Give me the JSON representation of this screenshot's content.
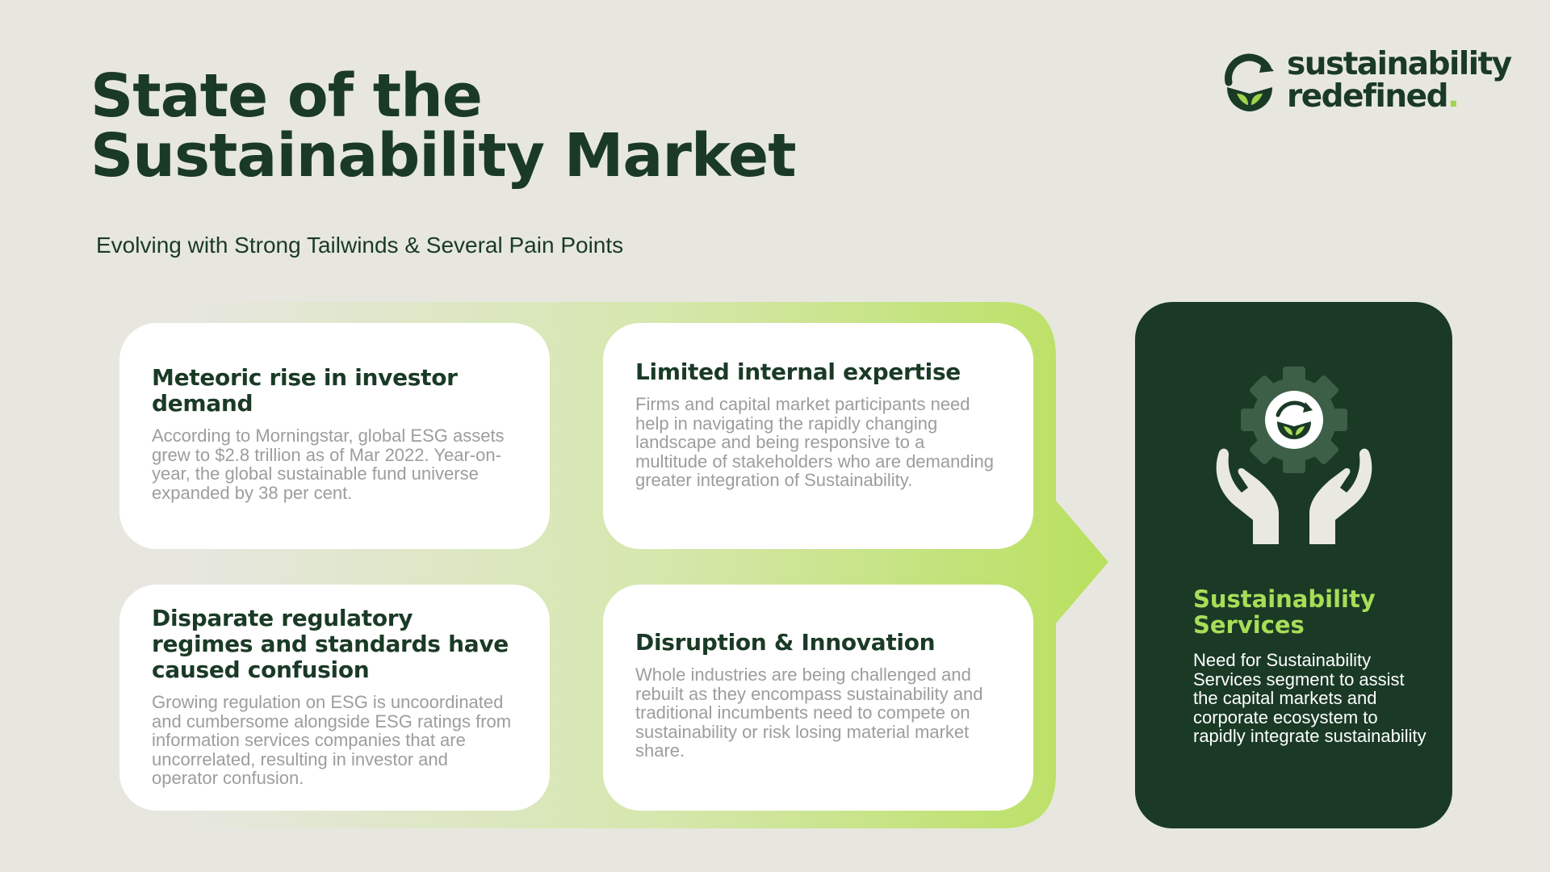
{
  "header": {
    "title_line1": "State of the",
    "title_line2": "Sustainability Market",
    "subtitle": "Evolving with Strong Tailwinds & Several Pain Points"
  },
  "logo": {
    "icon": "recycle-leaf-icon",
    "line1": "sustainability",
    "line2": "redefined",
    "dot": "."
  },
  "cards": [
    {
      "title": "Meteoric rise in investor demand",
      "body": "According to Morningstar, global ESG assets grew to $2.8 trillion as of Mar 2022. Year-on-year, the global sustainable fund universe expanded by 38 per cent."
    },
    {
      "title": "Limited internal expertise",
      "body": "Firms and capital market participants need help in navigating the rapidly changing landscape and being responsive to a multitude of stakeholders who are demanding greater integration of Sustainability."
    },
    {
      "title": "Disparate regulatory regimes and standards have caused confusion",
      "body": "Growing regulation on ESG is uncoordinated and cumbersome alongside ESG ratings from information services companies that are uncorrelated, resulting in investor and operator confusion."
    },
    {
      "title": "Disruption & Innovation",
      "body": "Whole industries are being challenged and rebuilt as they encompass sustainability and traditional incumbents need to compete on sustainability or risk losing material market share."
    }
  ],
  "panel": {
    "icon": "hands-gear-leaf-icon",
    "title": "Sustainability Services",
    "body": "Need for Sustainability Services segment to assist the capital markets and corporate ecosystem to rapidly integrate sustainability"
  },
  "colors": {
    "background": "#e7e7e0",
    "dark_green": "#1a3a26",
    "lime": "#a9dd58",
    "card_text": "#9d9d9d"
  }
}
